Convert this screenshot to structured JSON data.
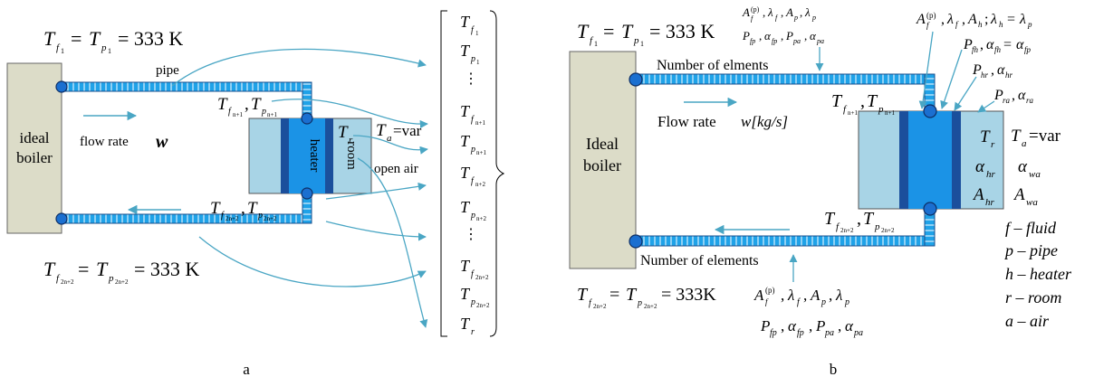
{
  "panel_a": {
    "caption": "a",
    "boiler_label_line1": "ideal",
    "boiler_label_line2": "boiler",
    "pipe_label": "pipe",
    "flow_label": "flow rate",
    "flow_symbol": "w",
    "heater_label": "heater",
    "room_label": "room",
    "open_air_label": "open air",
    "room_temp": "T",
    "room_temp_sub": "r",
    "air_temp": "T",
    "air_temp_sub": "a",
    "air_temp_value": "=var",
    "top_eq_lhs": "T",
    "top_eq_sub1": "f",
    "top_eq_sub1b": "1",
    "top_eq_mid": "= T",
    "top_eq_sub2": "p",
    "top_eq_sub2b": "1",
    "top_eq_rhs": "= 333 K",
    "bottom_eq_rhs": "= 333 K",
    "node_top_label": "T",
    "node_bottom_label": "T",
    "vector_entries": [
      "f1",
      "p1",
      "dots",
      "fn+1",
      "pn+1",
      "fn+2",
      "pn+2",
      "dots",
      "f2n+2",
      "p2n+2",
      "r"
    ]
  },
  "panel_b": {
    "caption": "b",
    "boiler_label_line1": "Ideal",
    "boiler_label_line2": "boiler",
    "top_elements_label": "Number of elments",
    "bottom_elements_label": "Number of elements",
    "flow_label": "Flow rate",
    "flow_symbol": "w[kg/s]",
    "air_temp_value": "=var",
    "eq_rhs": "= 333 K",
    "eq_rhs_bottom": "= 333K",
    "legend": [
      {
        "letter": "f",
        "text": "fluid"
      },
      {
        "letter": "p",
        "text": "pipe"
      },
      {
        "letter": "h",
        "text": "heater"
      },
      {
        "letter": "r",
        "text": "room"
      },
      {
        "letter": "a",
        "text": "air"
      }
    ]
  },
  "colors": {
    "boiler": "#dcdcc8",
    "pipe": "#1fa2e8",
    "pipe_outline": "#1a4f8c",
    "heater_core": "#1b93e6",
    "heater_band": "#1b4f9c",
    "room": "#a8d4e6",
    "arrow": "#4aa6c4"
  }
}
